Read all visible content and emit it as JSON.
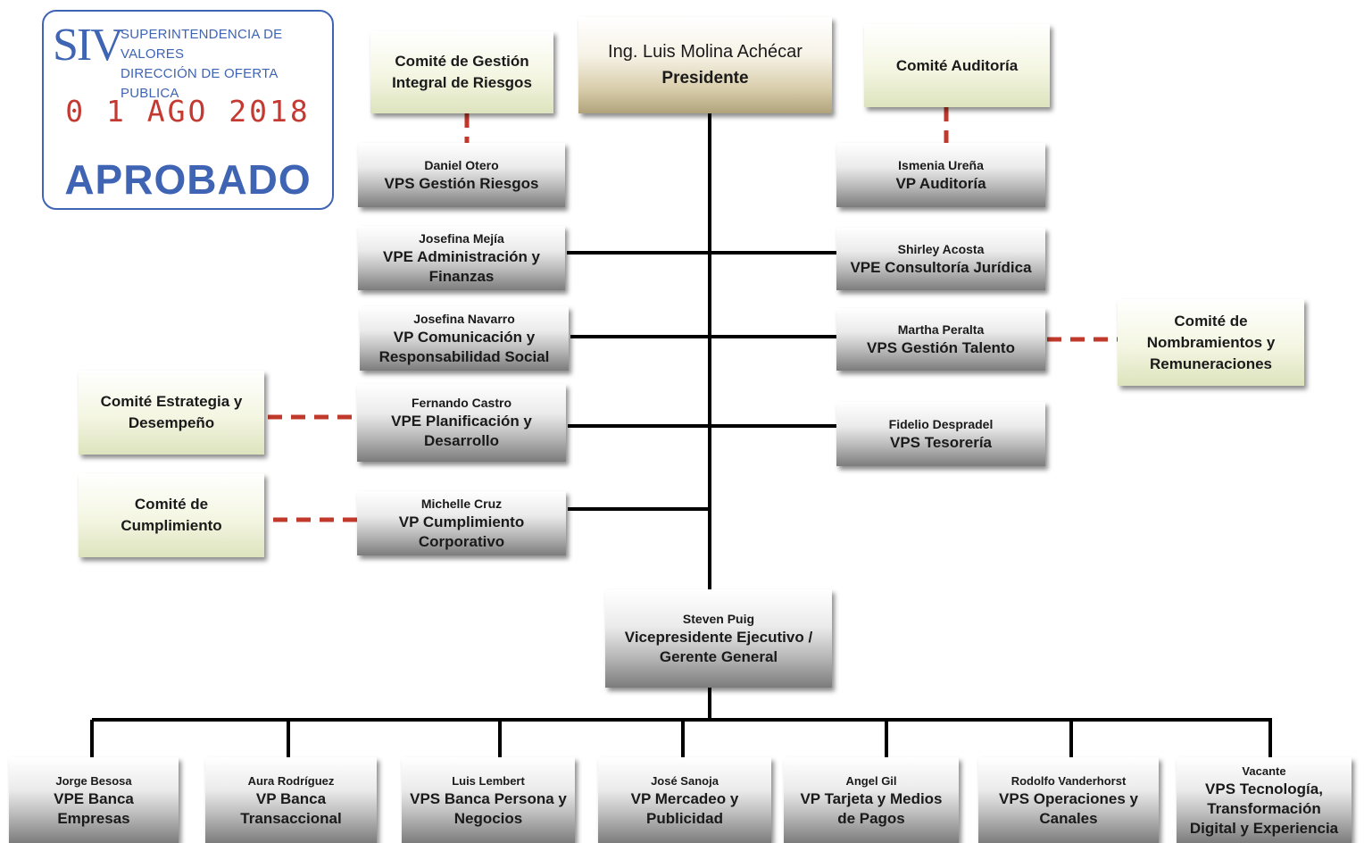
{
  "stamp": {
    "logo": "SIV",
    "org_line1": "SUPERINTENDENCIA DE VALORES",
    "org_line2": "DIRECCIÓN DE OFERTA PUBLICA",
    "date": "0 1 AGO 2018",
    "status": "APROBADO"
  },
  "colors": {
    "line": "#000000",
    "dashed_link": "#c0392b",
    "committee_fill": "#eef0d6",
    "exec_fill": "#a6a6a6",
    "stamp_blue": "#3f64b4",
    "stamp_red": "#c43a32"
  },
  "president": {
    "name": "Ing. Luis Molina Achécar",
    "title": "Presidente"
  },
  "committees": {
    "riesgos": [
      "Comité de Gestión",
      "Integral de Riesgos"
    ],
    "auditoria": [
      "Comité Auditoría"
    ],
    "nombramientos": [
      "Comité de",
      "Nombramientos y",
      "Remuneraciones"
    ],
    "estrategia": [
      "Comité Estrategia y",
      "Desempeño"
    ],
    "cumplimiento": [
      "Comité de",
      "Cumplimiento"
    ]
  },
  "left_execs": [
    {
      "name": "Daniel Otero",
      "title": [
        "VPS Gestión Riesgos"
      ]
    },
    {
      "name": "Josefina Mejía",
      "title": [
        "VPE Administración y",
        "Finanzas"
      ]
    },
    {
      "name": "Josefina Navarro",
      "title": [
        "VP Comunicación y",
        "Responsabilidad Social"
      ]
    },
    {
      "name": "Fernando Castro",
      "title": [
        "VPE Planificación y",
        "Desarrollo"
      ]
    },
    {
      "name": "Michelle Cruz",
      "title": [
        "VP Cumplimiento",
        "Corporativo"
      ]
    }
  ],
  "right_execs": [
    {
      "name": "Ismenia Ureña",
      "title": [
        "VP Auditoría"
      ]
    },
    {
      "name": "Shirley Acosta",
      "title": [
        "VPE Consultoría Jurídica"
      ]
    },
    {
      "name": "Martha Peralta",
      "title": [
        "VPS Gestión Talento"
      ]
    },
    {
      "name": "Fidelio Despradel",
      "title": [
        "VPS Tesorería"
      ]
    }
  ],
  "gm": {
    "name": "Steven Puig",
    "title": [
      "Vicepresidente Ejecutivo /",
      "Gerente General"
    ]
  },
  "bottom_execs": [
    {
      "name": "Jorge Besosa",
      "title": [
        "VPE Banca",
        "Empresas"
      ]
    },
    {
      "name": "Aura Rodríguez",
      "title": [
        "VP Banca",
        "Transaccional"
      ]
    },
    {
      "name": "Luis Lembert",
      "title": [
        "VPS Banca Persona y",
        "Negocios"
      ]
    },
    {
      "name": "José Sanoja",
      "title": [
        "VP Mercadeo y",
        "Publicidad"
      ]
    },
    {
      "name": "Angel Gil",
      "title": [
        "VP Tarjeta y Medios",
        "de Pagos"
      ]
    },
    {
      "name": "Rodolfo Vanderhorst",
      "title": [
        "VPS Operaciones y",
        "Canales"
      ]
    },
    {
      "name": "Vacante",
      "title": [
        "VPS Tecnología,",
        "Transformación",
        "Digital y Experiencia"
      ]
    }
  ]
}
